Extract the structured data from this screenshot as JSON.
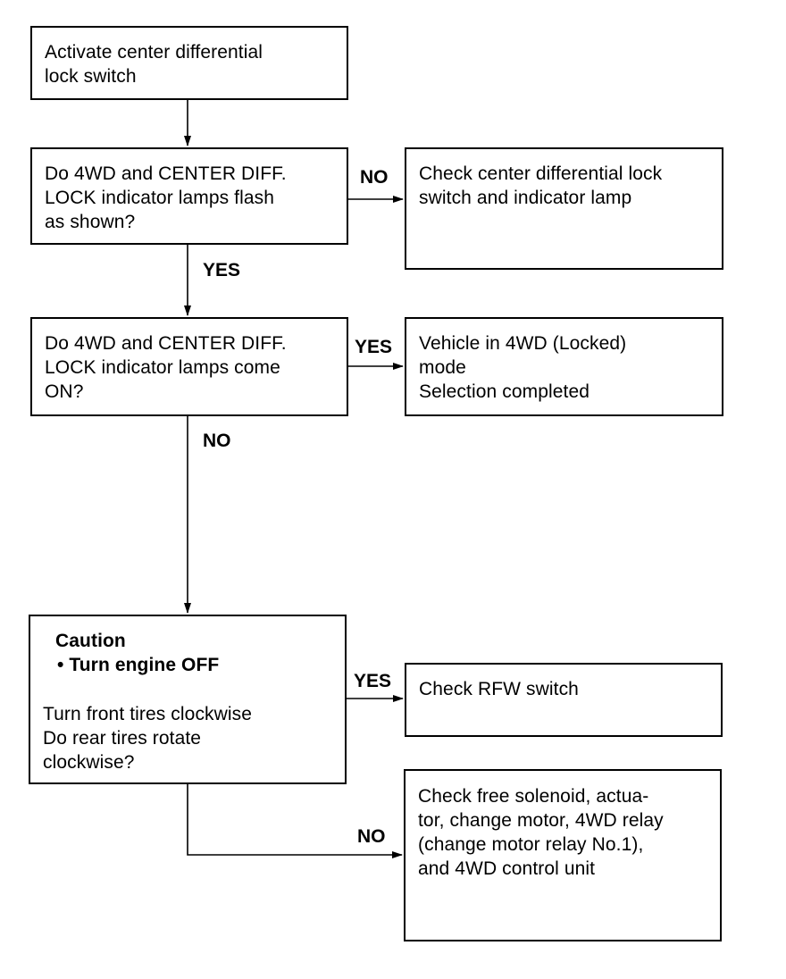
{
  "boxes": {
    "activate": {
      "lines": [
        "Activate center differential",
        "lock switch"
      ]
    },
    "flash_question": {
      "lines": [
        "Do 4WD and CENTER DIFF.",
        "LOCK indicator lamps flash",
        "as shown?"
      ]
    },
    "check_switch": {
      "lines": [
        "Check center differential lock",
        "switch and indicator lamp"
      ]
    },
    "on_question": {
      "lines": [
        "Do 4WD and CENTER DIFF.",
        "LOCK indicator lamps come",
        "ON?"
      ]
    },
    "locked_mode": {
      "lines": [
        "Vehicle in 4WD (Locked)",
        "mode",
        "Selection completed"
      ]
    },
    "caution": {
      "title": "Caution",
      "bullet": "• Turn engine OFF",
      "lines": [
        "Turn front tires clockwise",
        "Do rear tires rotate",
        "clockwise?"
      ]
    },
    "check_rfw": {
      "lines": [
        "Check RFW switch"
      ]
    },
    "check_solenoid": {
      "lines": [
        "Check free solenoid, actua-",
        "tor, change motor, 4WD relay",
        "(change motor relay No.1),",
        "and 4WD control unit"
      ]
    }
  },
  "labels": {
    "flash_no": "NO",
    "flash_yes": "YES",
    "on_yes": "YES",
    "on_no": "NO",
    "rotate_yes": "YES",
    "rotate_no": "NO"
  }
}
